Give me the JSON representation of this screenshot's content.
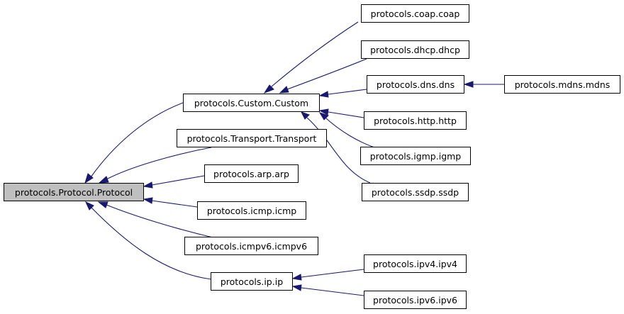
{
  "nodes": {
    "protocol": "protocols.Protocol.Protocol",
    "custom": "protocols.Custom.Custom",
    "transport": "protocols.Transport.Transport",
    "arp": "protocols.arp.arp",
    "icmp": "protocols.icmp.icmp",
    "icmpv6": "protocols.icmpv6.icmpv6",
    "ip": "protocols.ip.ip",
    "coap": "protocols.coap.coap",
    "dhcp": "protocols.dhcp.dhcp",
    "dns": "protocols.dns.dns",
    "mdns": "protocols.mdns.mdns",
    "http": "protocols.http.http",
    "igmp": "protocols.igmp.igmp",
    "ssdp": "protocols.ssdp.ssdp",
    "ipv4": "protocols.ipv4.ipv4",
    "ipv6": "protocols.ipv6.ipv6"
  },
  "colors": {
    "edge": "#191970",
    "root_fill": "#bfbfbf",
    "node_fill": "#ffffff",
    "border": "#000000"
  }
}
